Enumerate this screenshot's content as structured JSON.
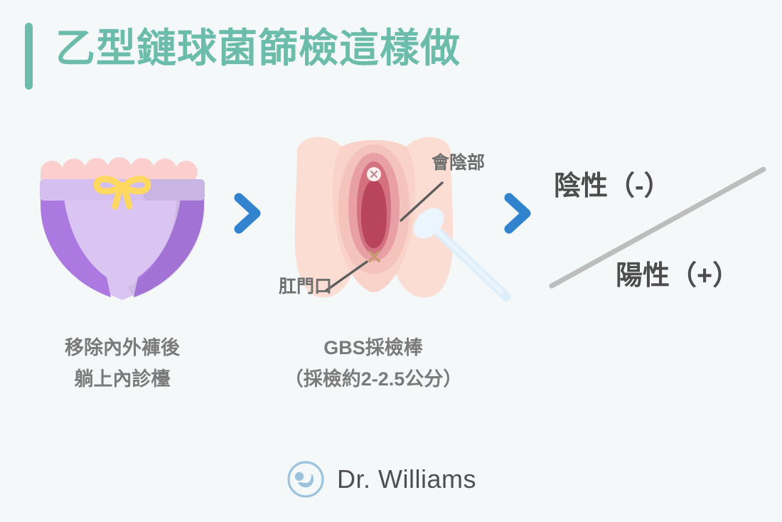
{
  "page": {
    "background_color": "#f4f8f9",
    "title": "乙型鏈球菌篩檢這樣做",
    "title_color": "#6cbcab",
    "accent_bar_color": "#6cbcab"
  },
  "steps": [
    {
      "id": "step-underwear",
      "icon_name": "underwear-illustration",
      "caption_line1": "移除內外褲後",
      "caption_line2": "躺上內診檯",
      "colors": {
        "fabric_light": "#c7a9ea",
        "fabric_mid": "#d9c4f2",
        "fabric_dark": "#ab79e0",
        "waistband": "#d4bff0",
        "lace": "#fbcfcd",
        "bow": "#ffd861"
      }
    },
    {
      "id": "step-swab",
      "icon_name": "vulva-anatomy-illustration",
      "caption_line1": "GBS採檢棒",
      "caption_line2": "（採檢約2-2.5公分）",
      "labels": {
        "perineum": "會陰部",
        "anus": "肛門口"
      },
      "colors": {
        "skin": "#fcddd3",
        "skin_mid": "#f4c3bc",
        "labia": "#e8a0a6",
        "inner": "#d3717f",
        "center": "#b8455c",
        "swab": "#ddeefb",
        "label_text": "#6e6e6e",
        "leader_line": "#5d5d5d"
      }
    }
  ],
  "arrows": [
    {
      "name": "chevron-arrow-1",
      "color": "#3083cc"
    },
    {
      "name": "chevron-arrow-2",
      "color": "#3083cc"
    }
  ],
  "result": {
    "negative": "陰性（-）",
    "positive": "陽性（+）",
    "text_color": "#4d4d4d",
    "divider_color": "#bdbdbd"
  },
  "brand": {
    "name": "Dr. Williams",
    "logo_name": "dr-williams-logo",
    "logo_color": "#9cc3dd",
    "text_color": "#4f4f4f"
  }
}
